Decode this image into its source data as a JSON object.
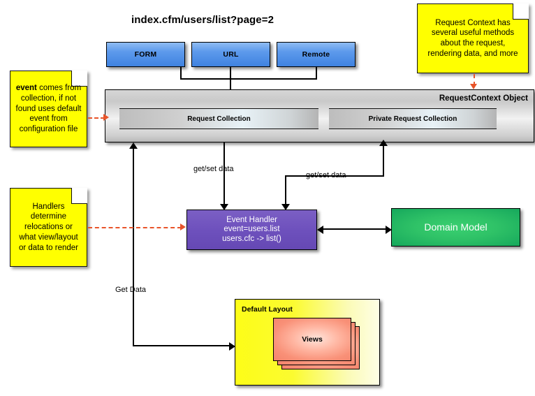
{
  "title": "index.cfm/users/list?page=2",
  "inputs": [
    {
      "label": "FORM",
      "name": "form-box"
    },
    {
      "label": "URL",
      "name": "url-box"
    },
    {
      "label": "Remote",
      "name": "remote-box"
    }
  ],
  "request_context": {
    "label": "RequestContext Object",
    "collections": [
      {
        "label": "Request Collection"
      },
      {
        "label": "Private Request Collection"
      }
    ]
  },
  "event_handler": {
    "line1": "Event Handler",
    "line2": "event=users.list",
    "line3": "users.cfc -> list()"
  },
  "domain_model": {
    "label": "Domain Model"
  },
  "default_layout": {
    "title": "Default Layout",
    "views_label": "Views"
  },
  "captions": {
    "get_set_left": "get/set data",
    "get_set_right": "get/set data",
    "get_data": "Get Data"
  },
  "notes": {
    "event": {
      "bold": "event",
      "rest": " comes from collection, if not found uses default event from configuration file"
    },
    "handlers": {
      "text": "Handlers determine relocations or what view/layout or data to render"
    },
    "context": {
      "text": "Request Context has several useful methods about the request, rendering data, and more"
    }
  },
  "colors": {
    "input_box": "#5d9aec",
    "event_handler": "#6e51bd",
    "domain_model": "#2fc267",
    "note": "#ffff00",
    "view_card": "#f99178",
    "annotation_arrow": "#e8542a"
  }
}
